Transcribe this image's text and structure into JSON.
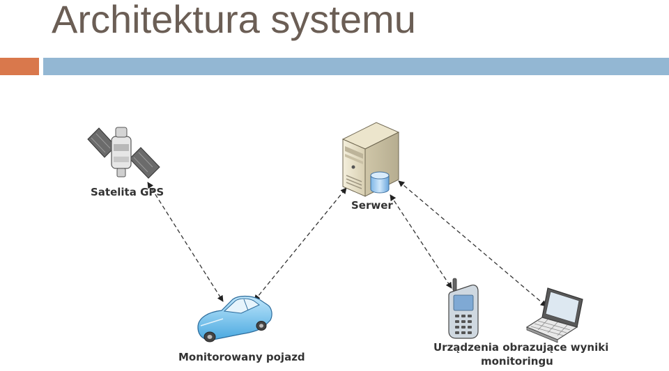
{
  "slide": {
    "title": "Architektura systemu"
  },
  "colors": {
    "title": "#6b5e55",
    "accent_orange": "#d9784c",
    "accent_blue": "#93b7d3",
    "connector": "#333333"
  },
  "diagram": {
    "nodes": {
      "satellite": {
        "label": "Satelita GPS",
        "icon": "satellite-icon"
      },
      "server": {
        "label": "Serwer",
        "icon": "server-icon"
      },
      "vehicle": {
        "label": "Monitorowany pojazd",
        "icon": "car-icon"
      },
      "devices": {
        "label_line1": "Urządzenia obrazujące wyniki",
        "label_line2": "monitoringu",
        "icons": [
          "mobile-phone-icon",
          "laptop-icon"
        ]
      }
    },
    "connections": [
      {
        "from": "satellite",
        "to": "vehicle",
        "style": "dashed",
        "direction": "both"
      },
      {
        "from": "vehicle",
        "to": "server",
        "style": "dashed",
        "direction": "both"
      },
      {
        "from": "server",
        "to": "mobile-phone",
        "style": "dashed",
        "direction": "both"
      },
      {
        "from": "server",
        "to": "laptop",
        "style": "dashed",
        "direction": "both"
      }
    ]
  }
}
